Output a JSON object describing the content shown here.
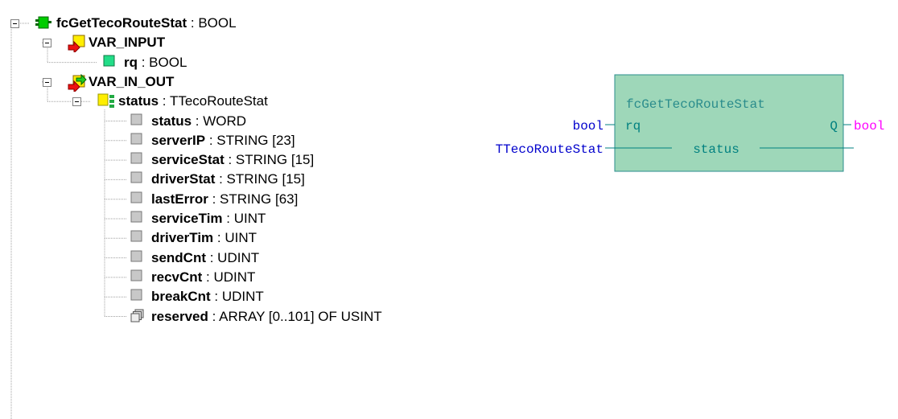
{
  "tree": {
    "root": {
      "name": "fcGetTecoRouteStat",
      "type": " : BOOL",
      "icon": "function-icon"
    },
    "var_input": {
      "name": "VAR_INPUT",
      "icon": "var-input-icon",
      "items": [
        {
          "name": "rq",
          "type": " : BOOL",
          "icon": "bool-var-icon"
        }
      ]
    },
    "var_in_out": {
      "name": "VAR_IN_OUT",
      "icon": "var-in-out-icon",
      "struct": {
        "name": "status",
        "type": " : TTecoRouteStat",
        "icon": "struct-icon",
        "items": [
          {
            "name": "status",
            "type": " : WORD"
          },
          {
            "name": "serverIP",
            "type": " : STRING [23]"
          },
          {
            "name": "serviceStat",
            "type": " : STRING [15]"
          },
          {
            "name": "driverStat",
            "type": " : STRING [15]"
          },
          {
            "name": "lastError",
            "type": " : STRING [63]"
          },
          {
            "name": "serviceTim",
            "type": " : UINT"
          },
          {
            "name": "driverTim",
            "type": " : UINT"
          },
          {
            "name": "sendCnt",
            "type": " : UDINT"
          },
          {
            "name": "recvCnt",
            "type": " : UDINT"
          },
          {
            "name": "breakCnt",
            "type": " : UDINT"
          },
          {
            "name": "reserved",
            "type": " : ARRAY [0..101] OF USINT",
            "icon": "array-icon"
          }
        ]
      }
    }
  },
  "block": {
    "title": "fcGetTecoRouteStat",
    "input_rq": "rq",
    "output_q": "Q",
    "inout_status": "status",
    "left_rq_type": "bool",
    "left_status_type": "TTecoRouteStat",
    "right_q_type": "bool",
    "colors": {
      "fill": "#9ed7b9",
      "border": "#2a8c8c",
      "title": "#2a8c8c",
      "pin_text": "#008080",
      "type_left": "#0000cc",
      "type_right": "#ff00ff",
      "line": "#008080"
    }
  }
}
